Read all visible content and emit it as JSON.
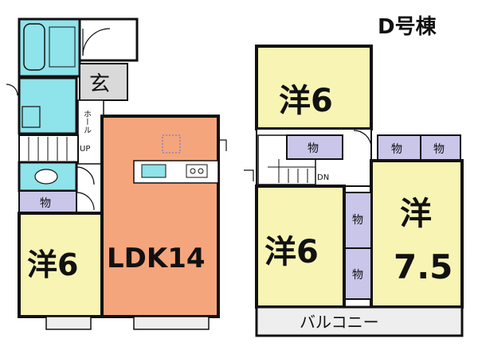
{
  "title": "D号棟",
  "rooms": {
    "f1_yo": {
      "label": "洋",
      "size": "6"
    },
    "ldk": {
      "label": "LDK14"
    },
    "f2_yo_top": {
      "label": "洋",
      "size": "6"
    },
    "f2_yo_left": {
      "label": "洋",
      "size": "6"
    },
    "f2_yo_right": {
      "label": "洋",
      "size": "7.5"
    },
    "entrance": "玄",
    "hall": "ホール",
    "up": "UP",
    "dn": "DN",
    "balcony": "バルコニー",
    "storage": "物"
  },
  "colors": {
    "western_room": "#f8f4b4",
    "ldk": "#f5a57c",
    "storage": "#c9c6ea",
    "water": "#8fe3ea",
    "entrance": "#d9d9d9",
    "balcony": "#eeeeee",
    "hallway": "#ffffff"
  }
}
